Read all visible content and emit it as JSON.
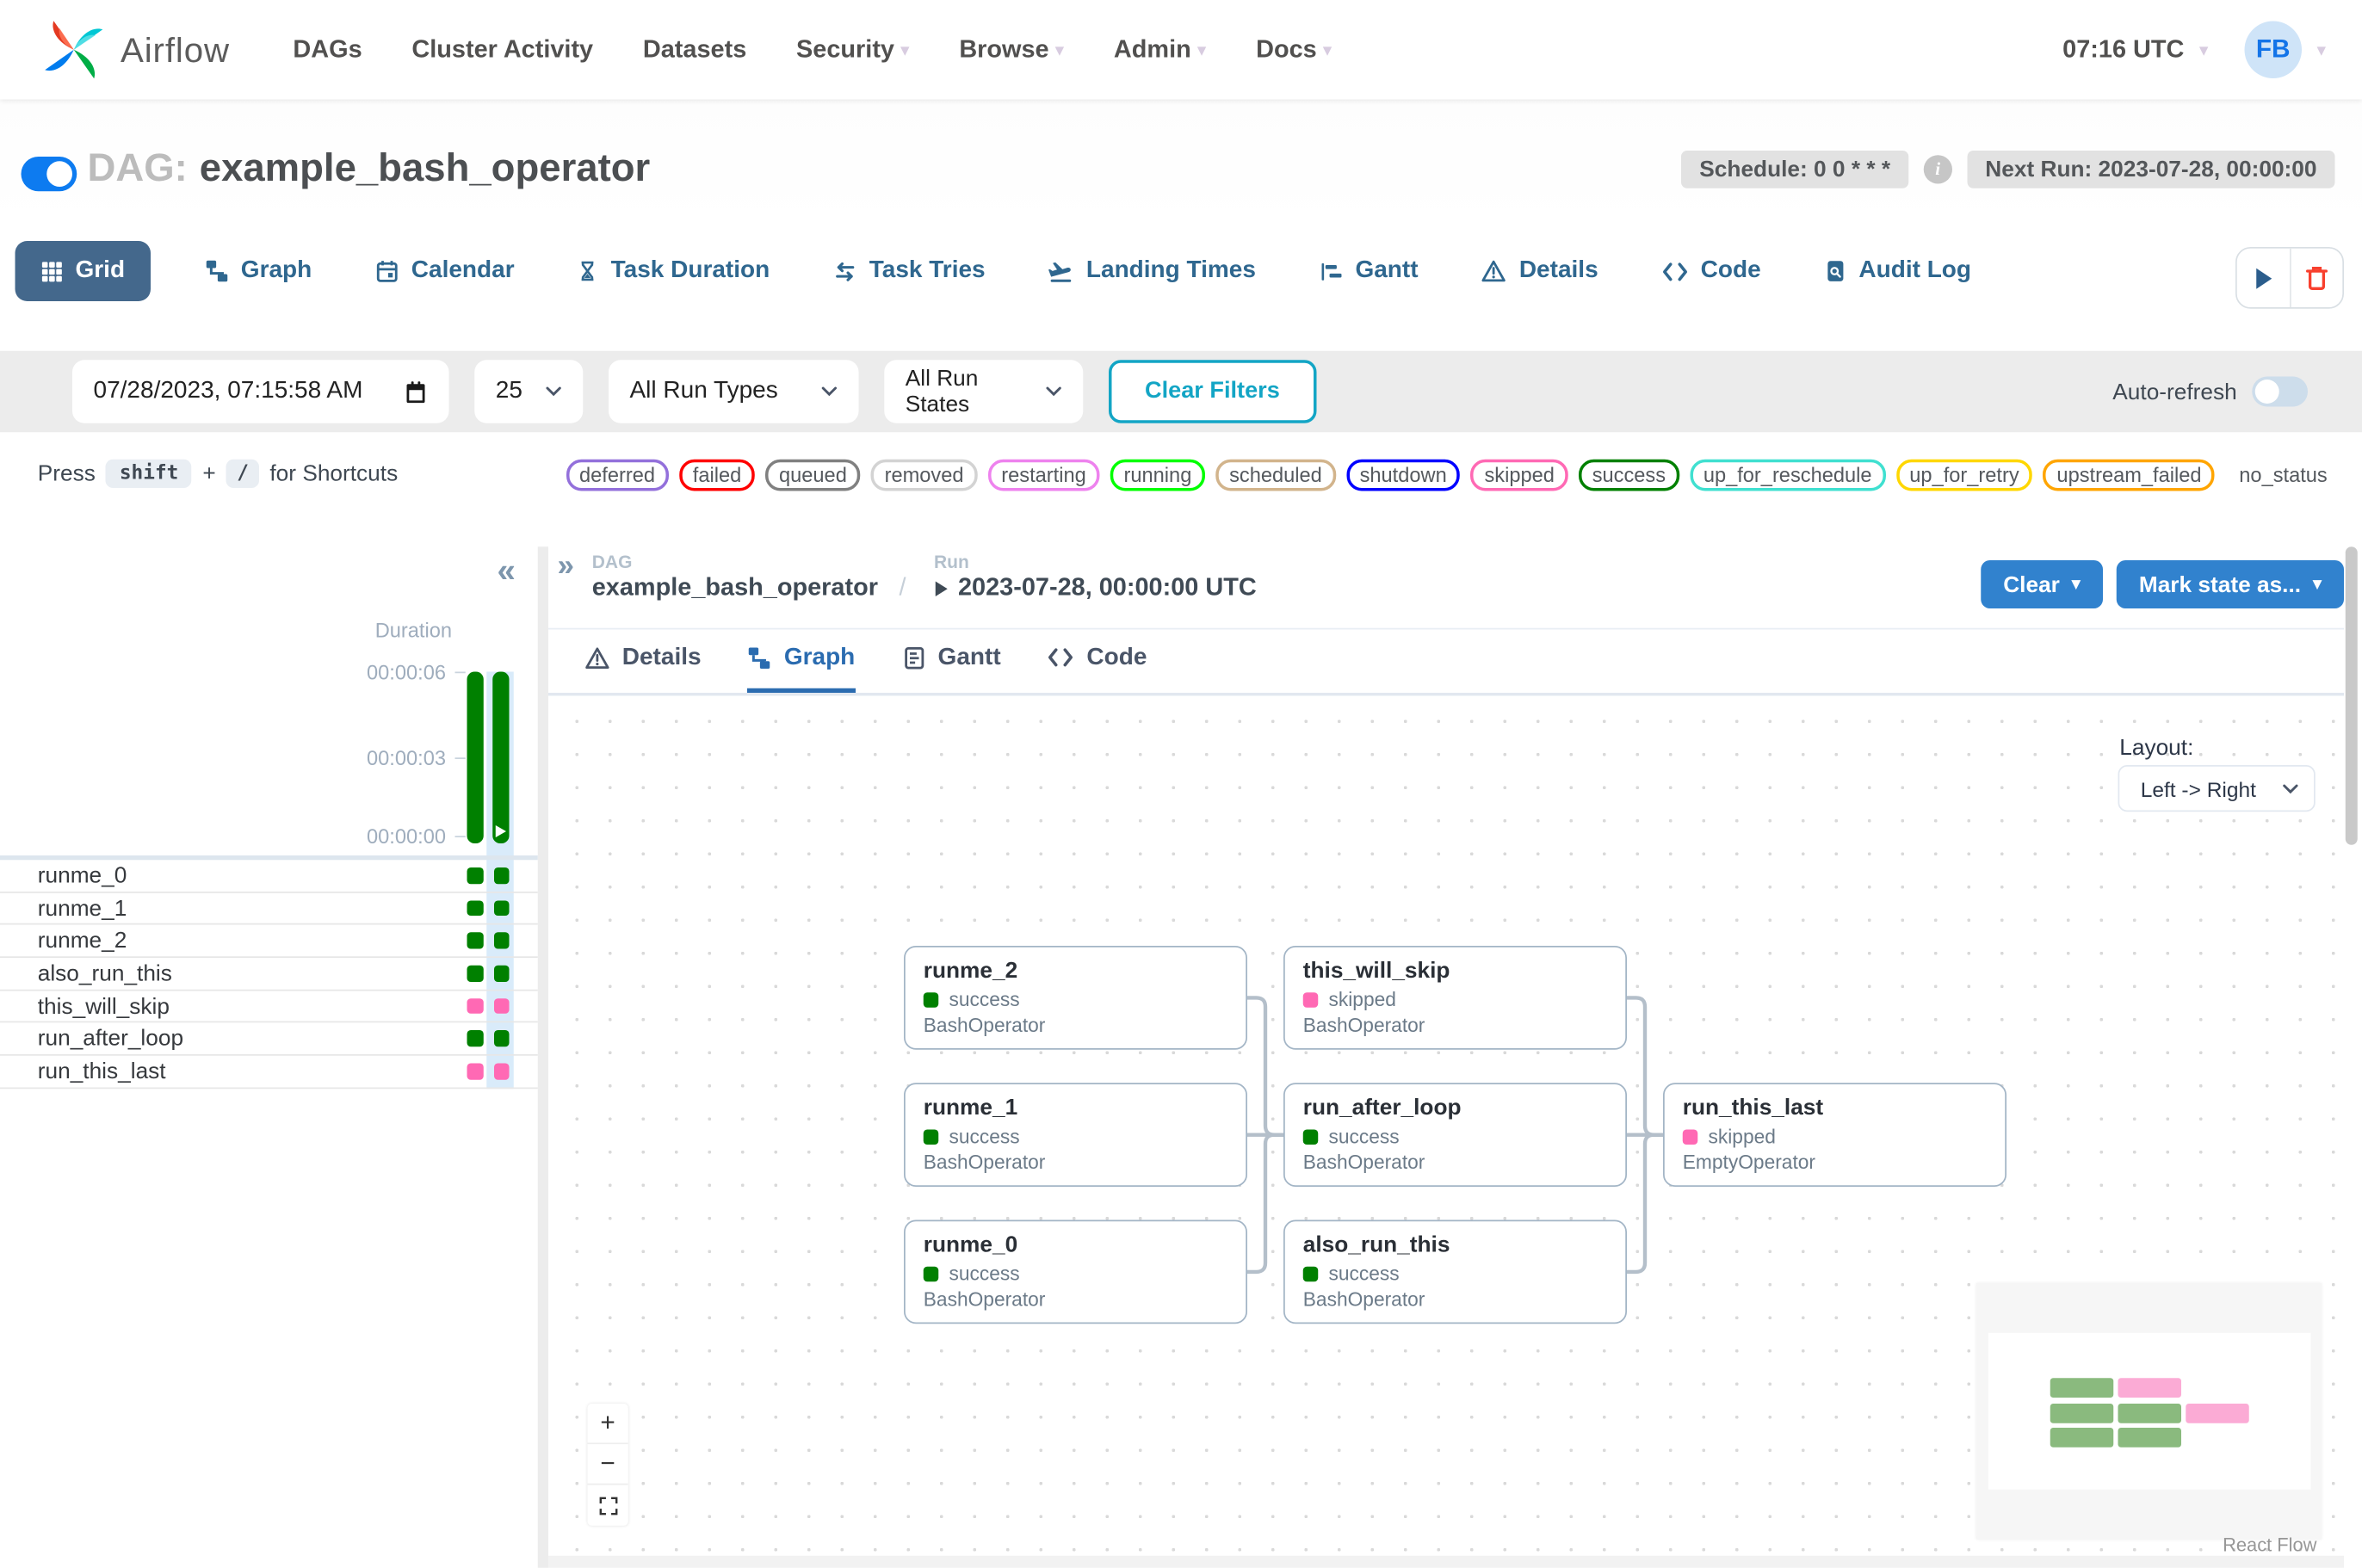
{
  "theme": {
    "brand_blue": "#017cee",
    "primary_button": "#3182ce",
    "active_tab_bg": "#44688c",
    "tab_text": "#2f678f",
    "teal_accent": "#13a5c5",
    "toggle_on": "#0d7bf0",
    "success_color": "#008000",
    "skipped_color": "#ff69b4",
    "selected_run_column": "#d9ebfa"
  },
  "nav": {
    "brand": "Airflow",
    "items": [
      {
        "label": "DAGs",
        "caret": false
      },
      {
        "label": "Cluster Activity",
        "caret": false
      },
      {
        "label": "Datasets",
        "caret": false
      },
      {
        "label": "Security",
        "caret": true
      },
      {
        "label": "Browse",
        "caret": true
      },
      {
        "label": "Admin",
        "caret": true
      },
      {
        "label": "Docs",
        "caret": true
      }
    ],
    "clock": "07:16 UTC",
    "avatar_initials": "FB"
  },
  "dag_header": {
    "dag_label": "DAG:",
    "dag_name": "example_bash_operator",
    "schedule": "Schedule: 0 0 * * *",
    "info_icon": "i",
    "next_run": "Next Run: 2023-07-28, 00:00:00"
  },
  "view_tabs": [
    {
      "label": "Grid",
      "icon": "grid",
      "active": true
    },
    {
      "label": "Graph",
      "icon": "graph",
      "active": false
    },
    {
      "label": "Calendar",
      "icon": "calendar",
      "active": false
    },
    {
      "label": "Task Duration",
      "icon": "hourglass",
      "active": false
    },
    {
      "label": "Task Tries",
      "icon": "repeat",
      "active": false
    },
    {
      "label": "Landing Times",
      "icon": "landing",
      "active": false
    },
    {
      "label": "Gantt",
      "icon": "gantt",
      "active": false
    },
    {
      "label": "Details",
      "icon": "warning",
      "active": false
    },
    {
      "label": "Code",
      "icon": "code",
      "active": false
    },
    {
      "label": "Audit Log",
      "icon": "audit",
      "active": false
    }
  ],
  "filters": {
    "datetime": "07/28/2023, 07:15:58 AM",
    "page_size": "25",
    "run_types": "All Run Types",
    "run_states": "All Run States",
    "clear_label": "Clear Filters",
    "auto_refresh_label": "Auto-refresh"
  },
  "shortcuts": {
    "press": "Press",
    "shift_key": "shift",
    "plus": "+",
    "slash_key": "/",
    "suffix": "for Shortcuts"
  },
  "legend": [
    {
      "label": "deferred",
      "color": "mediumpurple"
    },
    {
      "label": "failed",
      "color": "red"
    },
    {
      "label": "queued",
      "color": "gray"
    },
    {
      "label": "removed",
      "color": "lightgrey"
    },
    {
      "label": "restarting",
      "color": "violet"
    },
    {
      "label": "running",
      "color": "lime"
    },
    {
      "label": "scheduled",
      "color": "tan"
    },
    {
      "label": "shutdown",
      "color": "blue"
    },
    {
      "label": "skipped",
      "color": "hotpink"
    },
    {
      "label": "success",
      "color": "green"
    },
    {
      "label": "up_for_reschedule",
      "color": "turquoise"
    },
    {
      "label": "up_for_retry",
      "color": "gold"
    },
    {
      "label": "upstream_failed",
      "color": "orange"
    },
    {
      "label": "no_status",
      "color": null
    }
  ],
  "grid_panel": {
    "duration_label": "Duration",
    "axis_ticks": [
      "00:00:06",
      "00:00:03",
      "00:00:00"
    ],
    "runs": [
      {
        "state": "success",
        "selected": false
      },
      {
        "state": "success",
        "selected": true
      }
    ],
    "tasks": [
      {
        "name": "runme_0",
        "states": [
          "success",
          "success"
        ]
      },
      {
        "name": "runme_1",
        "states": [
          "success",
          "success"
        ]
      },
      {
        "name": "runme_2",
        "states": [
          "success",
          "success"
        ]
      },
      {
        "name": "also_run_this",
        "states": [
          "success",
          "success"
        ]
      },
      {
        "name": "this_will_skip",
        "states": [
          "skipped",
          "skipped"
        ]
      },
      {
        "name": "run_after_loop",
        "states": [
          "success",
          "success"
        ]
      },
      {
        "name": "run_this_last",
        "states": [
          "skipped",
          "skipped"
        ]
      }
    ]
  },
  "run_panel": {
    "breadcrumb": {
      "dag_label": "DAG",
      "dag_name": "example_bash_operator",
      "separator": "/",
      "run_label": "Run",
      "run_value": "2023-07-28, 00:00:00 UTC"
    },
    "clear_button": "Clear",
    "mark_state_button": "Mark state as...",
    "tabs": [
      {
        "label": "Details",
        "icon": "warning",
        "active": false
      },
      {
        "label": "Graph",
        "icon": "graph",
        "active": true
      },
      {
        "label": "Gantt",
        "icon": "ganttdoc",
        "active": false
      },
      {
        "label": "Code",
        "icon": "code",
        "active": false
      }
    ],
    "layout_label": "Layout:",
    "layout_value": "Left -> Right",
    "nodes": [
      {
        "id": "runme_2",
        "state": "success",
        "operator": "BashOperator",
        "col": 0,
        "row": 0
      },
      {
        "id": "this_will_skip",
        "state": "skipped",
        "operator": "BashOperator",
        "col": 1,
        "row": 0
      },
      {
        "id": "runme_1",
        "state": "success",
        "operator": "BashOperator",
        "col": 0,
        "row": 1
      },
      {
        "id": "run_after_loop",
        "state": "success",
        "operator": "BashOperator",
        "col": 1,
        "row": 1
      },
      {
        "id": "run_this_last",
        "state": "skipped",
        "operator": "EmptyOperator",
        "col": 2,
        "row": 1
      },
      {
        "id": "runme_0",
        "state": "success",
        "operator": "BashOperator",
        "col": 0,
        "row": 2
      },
      {
        "id": "also_run_this",
        "state": "success",
        "operator": "BashOperator",
        "col": 1,
        "row": 2
      }
    ],
    "edges": [
      {
        "from": "runme_2",
        "to": "run_after_loop"
      },
      {
        "from": "runme_1",
        "to": "run_after_loop"
      },
      {
        "from": "runme_0",
        "to": "run_after_loop"
      },
      {
        "from": "this_will_skip",
        "to": "run_this_last"
      },
      {
        "from": "run_after_loop",
        "to": "run_this_last"
      },
      {
        "from": "also_run_this",
        "to": "run_this_last"
      }
    ],
    "attribution": "React Flow"
  }
}
